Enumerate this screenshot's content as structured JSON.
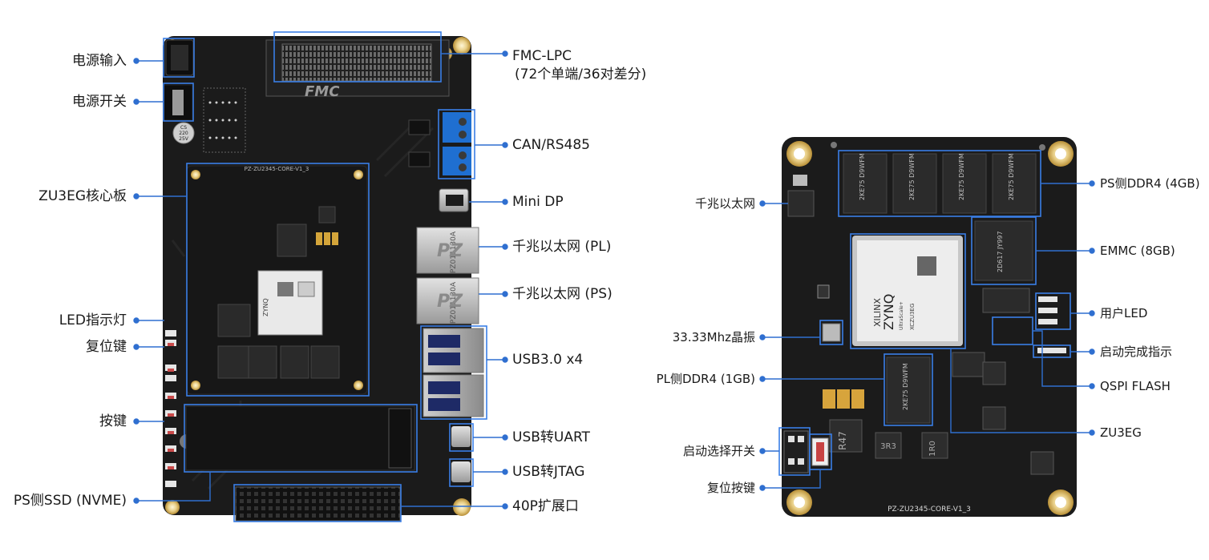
{
  "main_board": {
    "left_labels": {
      "power_input": "电源输入",
      "power_switch": "电源开关",
      "core_board": "ZU3EG核心板",
      "led_indicator": "LED指示灯",
      "reset_key": "复位键",
      "buttons": "按键",
      "ps_ssd": "PS侧SSD (NVME)"
    },
    "right_labels": {
      "fmc": "FMC-LPC",
      "fmc_detail": "(72个单端/36对差分)",
      "can_rs485": "CAN/RS485",
      "mini_dp": "Mini DP",
      "eth_pl": "千兆以太网 (PL)",
      "eth_ps": "千兆以太网 (PS)",
      "usb3": "USB3.0 x4",
      "usb_uart": "USB转UART",
      "usb_jtag": "USB转JTAG",
      "header_40p": "40P扩展口"
    },
    "silkscreen": {
      "core_name": "PZ-ZU2345-CORE-V1_3",
      "cap": "CS\n220\n25V",
      "fmc_logo": "FMC",
      "eth_magnetics": "PZ011130A"
    }
  },
  "core_board": {
    "left_labels": {
      "ethernet": "千兆以太网",
      "crystal": "33.33Mhz晶振",
      "pl_ddr4": "PL侧DDR4 (1GB)",
      "boot_switch": "启动选择开关",
      "reset_key": "复位按键"
    },
    "right_labels": {
      "ps_ddr4": "PS侧DDR4 (4GB)",
      "emmc": "EMMC (8GB)",
      "user_led": "用户LED",
      "boot_done": "启动完成指示",
      "qspi": "QSPI FLASH",
      "zu3eg": "ZU3EG"
    },
    "silkscreen": {
      "board_name": "PZ-ZU2345-CORE-V1_3",
      "fpga_brand": "XILINX",
      "fpga_family": "ZYNQ",
      "fpga_sub": "UltraScale+",
      "fpga_part": "XCZU3EG",
      "inductor_r47": "R47",
      "inductor_3r3": "3R3",
      "inductor_1r0": "1R0"
    }
  },
  "colors": {
    "pcb": "#1b1b1b",
    "leader": "#2f6fd0",
    "box": "#3a7ee6",
    "gold": "#c9a24a",
    "terminal": "#1f6fd1"
  }
}
